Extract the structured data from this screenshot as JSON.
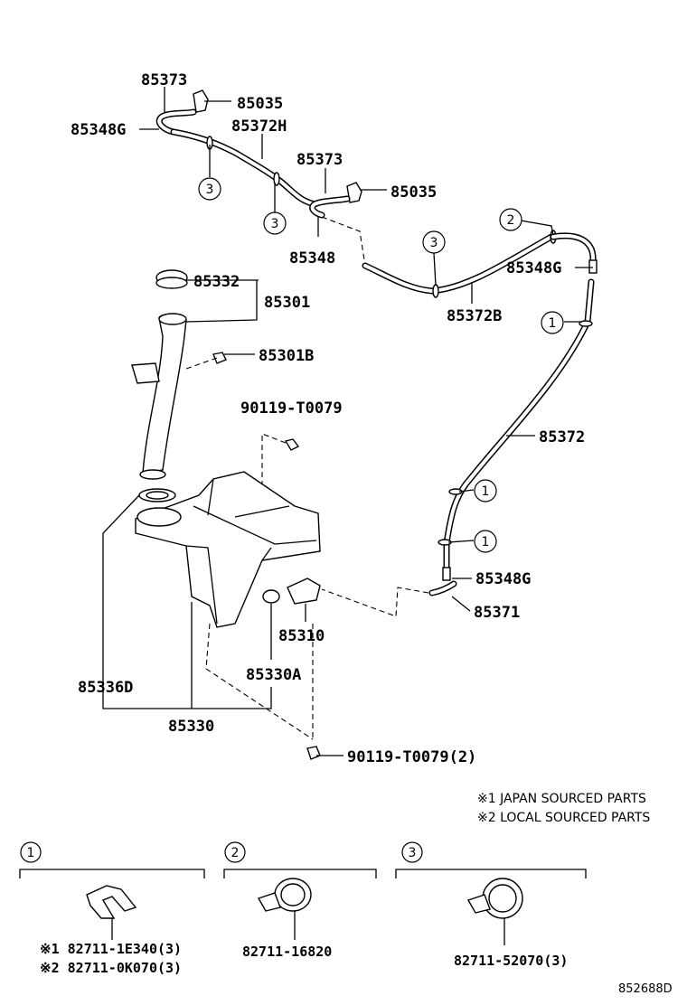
{
  "parts": {
    "p85373_a": "85373",
    "p85035_a": "85035",
    "p85348G_a": "85348G",
    "p85372H": "85372H",
    "p85373_b": "85373",
    "p85035_b": "85035",
    "p85348": "85348",
    "p85332": "85332",
    "p85301": "85301",
    "p85301B": "85301B",
    "p90119_a": "90119-T0079",
    "p85372B": "85372B",
    "p85348G_b": "85348G",
    "p85372": "85372",
    "p85348G_c": "85348G",
    "p85371": "85371",
    "p85310": "85310",
    "p85330A": "85330A",
    "p85336D": "85336D",
    "p85330": "85330",
    "p90119_b": "90119-T0079(2)"
  },
  "clamp_marks": {
    "one": "1",
    "two": "2",
    "three": "3"
  },
  "notes": {
    "japan": "※1 JAPAN SOURCED PARTS",
    "local": "※2 LOCAL SOURCED PARTS"
  },
  "clamps": {
    "c1_japan": "※1 82711-1E340(3)",
    "c1_local": "※2 82711-0K070(3)",
    "c2": "82711-16820",
    "c3": "82711-52070(3)"
  },
  "diagram_code": "852688D"
}
